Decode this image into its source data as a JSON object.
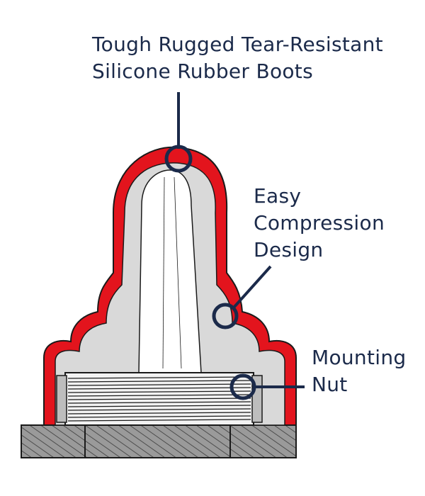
{
  "callouts": {
    "boots": {
      "line1": "Tough Rugged Tear-Resistant",
      "line2": "Silicone Rubber Boots"
    },
    "compression": {
      "line1": "Easy",
      "line2": "Compression",
      "line3": "Design"
    },
    "nut": {
      "line1": "Mounting",
      "line2": "Nut"
    }
  },
  "colors": {
    "boot_red": "#e3141d",
    "boot_interior_gray": "#d9d9d9",
    "outline": "#1a1a1a",
    "callout_navy": "#1b2a4a",
    "base_hatch_gray": "#8a8a8a"
  }
}
